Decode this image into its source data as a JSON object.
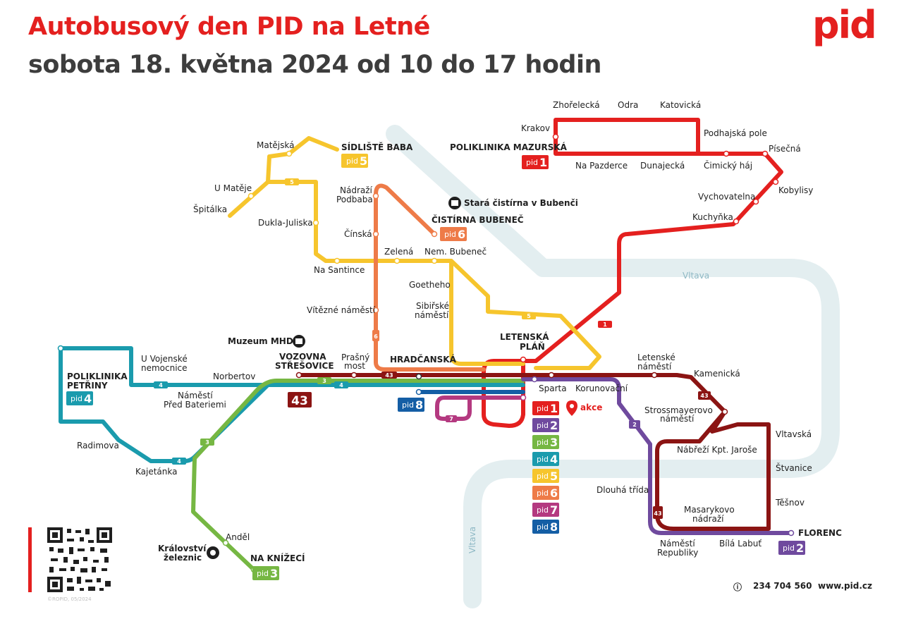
{
  "header": {
    "title": "Autobusový den PID na Letné",
    "subtitle": "sobota 18. května 2024 od 10 do 17 hodin",
    "logo": "pid"
  },
  "colors": {
    "line1": "#e4201f",
    "line2": "#6f4a9e",
    "line3": "#76b743",
    "line4": "#1a9bad",
    "line5": "#f6c52d",
    "line6": "#ee7b48",
    "line7": "#b43980",
    "line8": "#145ea5",
    "line43": "#8b1413",
    "river": "#e3eef0"
  },
  "river": {
    "name_main": "Vltava",
    "name_south": "Vltava"
  },
  "line_badges": {
    "l1": {
      "prefix": "pid",
      "number": "1"
    },
    "l2": {
      "prefix": "pid",
      "number": "2"
    },
    "l3": {
      "prefix": "pid",
      "number": "3"
    },
    "l4": {
      "prefix": "pid",
      "number": "4"
    },
    "l5": {
      "prefix": "pid",
      "number": "5"
    },
    "l6": {
      "prefix": "pid",
      "number": "6"
    },
    "l7": {
      "prefix": "pid",
      "number": "7"
    },
    "l8": {
      "prefix": "pid",
      "number": "8"
    },
    "l43": {
      "number": "43"
    }
  },
  "terminals": {
    "sidliste_baba": "SÍDLIŠTĚ BABA",
    "poliklinika_mazurska": "POLIKLINIKA MAZURSKÁ",
    "cistirna_bubenec": "ČISTÍRNA BUBENEČ",
    "poliklinika_petriny_1": "POLIKLINIKA",
    "poliklinika_petriny_2": "PETŘINY",
    "vozovna_1": "VOZOVNA",
    "vozovna_2": "STŘEŠOVICE",
    "hradcanska": "HRADČANSKÁ",
    "letenska_plan_1": "LETENSKÁ",
    "letenska_plan_2": "PLÁŇ",
    "na_knizeci": "NA KNÍŽECÍ",
    "florenc": "FLORENC"
  },
  "stations": {
    "matejska": "Matějská",
    "u_mateje": "U Matěje",
    "spitalka": "Špitálka",
    "dukla": "Dukla-Juliska",
    "na_santince": "Na Santince",
    "nadrazi_podbaba_1": "Nádraží",
    "nadrazi_podbaba_2": "Podbaba",
    "cinska": "Čínská",
    "zelena": "Zelená",
    "nem_bubenec": "Nem. Bubeneč",
    "goetheho": "Goetheho",
    "sibirske_1": "Sibiřské",
    "sibirske_2": "náměstí",
    "vitezne": "Vítězné náměstí",
    "prasny_1": "Prašný",
    "prasny_2": "most",
    "krakov": "Krakov",
    "zhorelecka": "Zhořelecká",
    "odra": "Odra",
    "katovicka": "Katovická",
    "podhajska": "Podhajská pole",
    "na_pazderce": "Na Pazderce",
    "dunajecka": "Dunajecká",
    "cimicky": "Čimický háj",
    "pisecna": "Písečná",
    "kobylisy": "Kobylisy",
    "vychovatelna": "Vychovatelna",
    "kuchynka": "Kuchyňka",
    "u_vojenske_1": "U Vojenské",
    "u_vojenske_2": "nemocnice",
    "norbertov": "Norbertov",
    "namesti_pb_1": "Náměstí",
    "namesti_pb_2": "Před Bateriemi",
    "radimova": "Radimova",
    "kajetanka": "Kajetánka",
    "andel": "Anděl",
    "letenske_nam_1": "Letenské",
    "letenske_nam_2": "náměstí",
    "kamenicka": "Kamenická",
    "sparta": "Sparta",
    "korunovacni": "Korunovační",
    "stross_1": "Strossmayerovo",
    "stross_2": "náměstí",
    "vltavska": "Vltavská",
    "nabrezi": "Nábřeží Kpt. Jaroše",
    "stvanice": "Štvanice",
    "dlouha": "Dlouhá třída",
    "tesnov": "Těšnov",
    "masarykovo_1": "Masarykovo",
    "masarykovo_2": "nádraží",
    "namesti_rep_1": "Náměstí",
    "namesti_rep_2": "Republiky",
    "bila_labut": "Bílá Labuť"
  },
  "points_of_interest": {
    "stara_cistirna": "Stará čistírna v Bubenči",
    "muzeum_mhd": "Muzeum MHD",
    "kralovstvi_1": "Království",
    "kralovstvi_2": "železnic",
    "akce": "akce"
  },
  "route_labels": {
    "r1": "1",
    "r2": "2",
    "r3": "3",
    "r4": "4",
    "r5": "5",
    "r6": "6",
    "r7": "7",
    "r43": "43"
  },
  "footer": {
    "phone": "234 704 560",
    "web": "www.pid.cz",
    "info_icon": "ⓘ",
    "copyright": "©ROPID, 05/2024"
  }
}
